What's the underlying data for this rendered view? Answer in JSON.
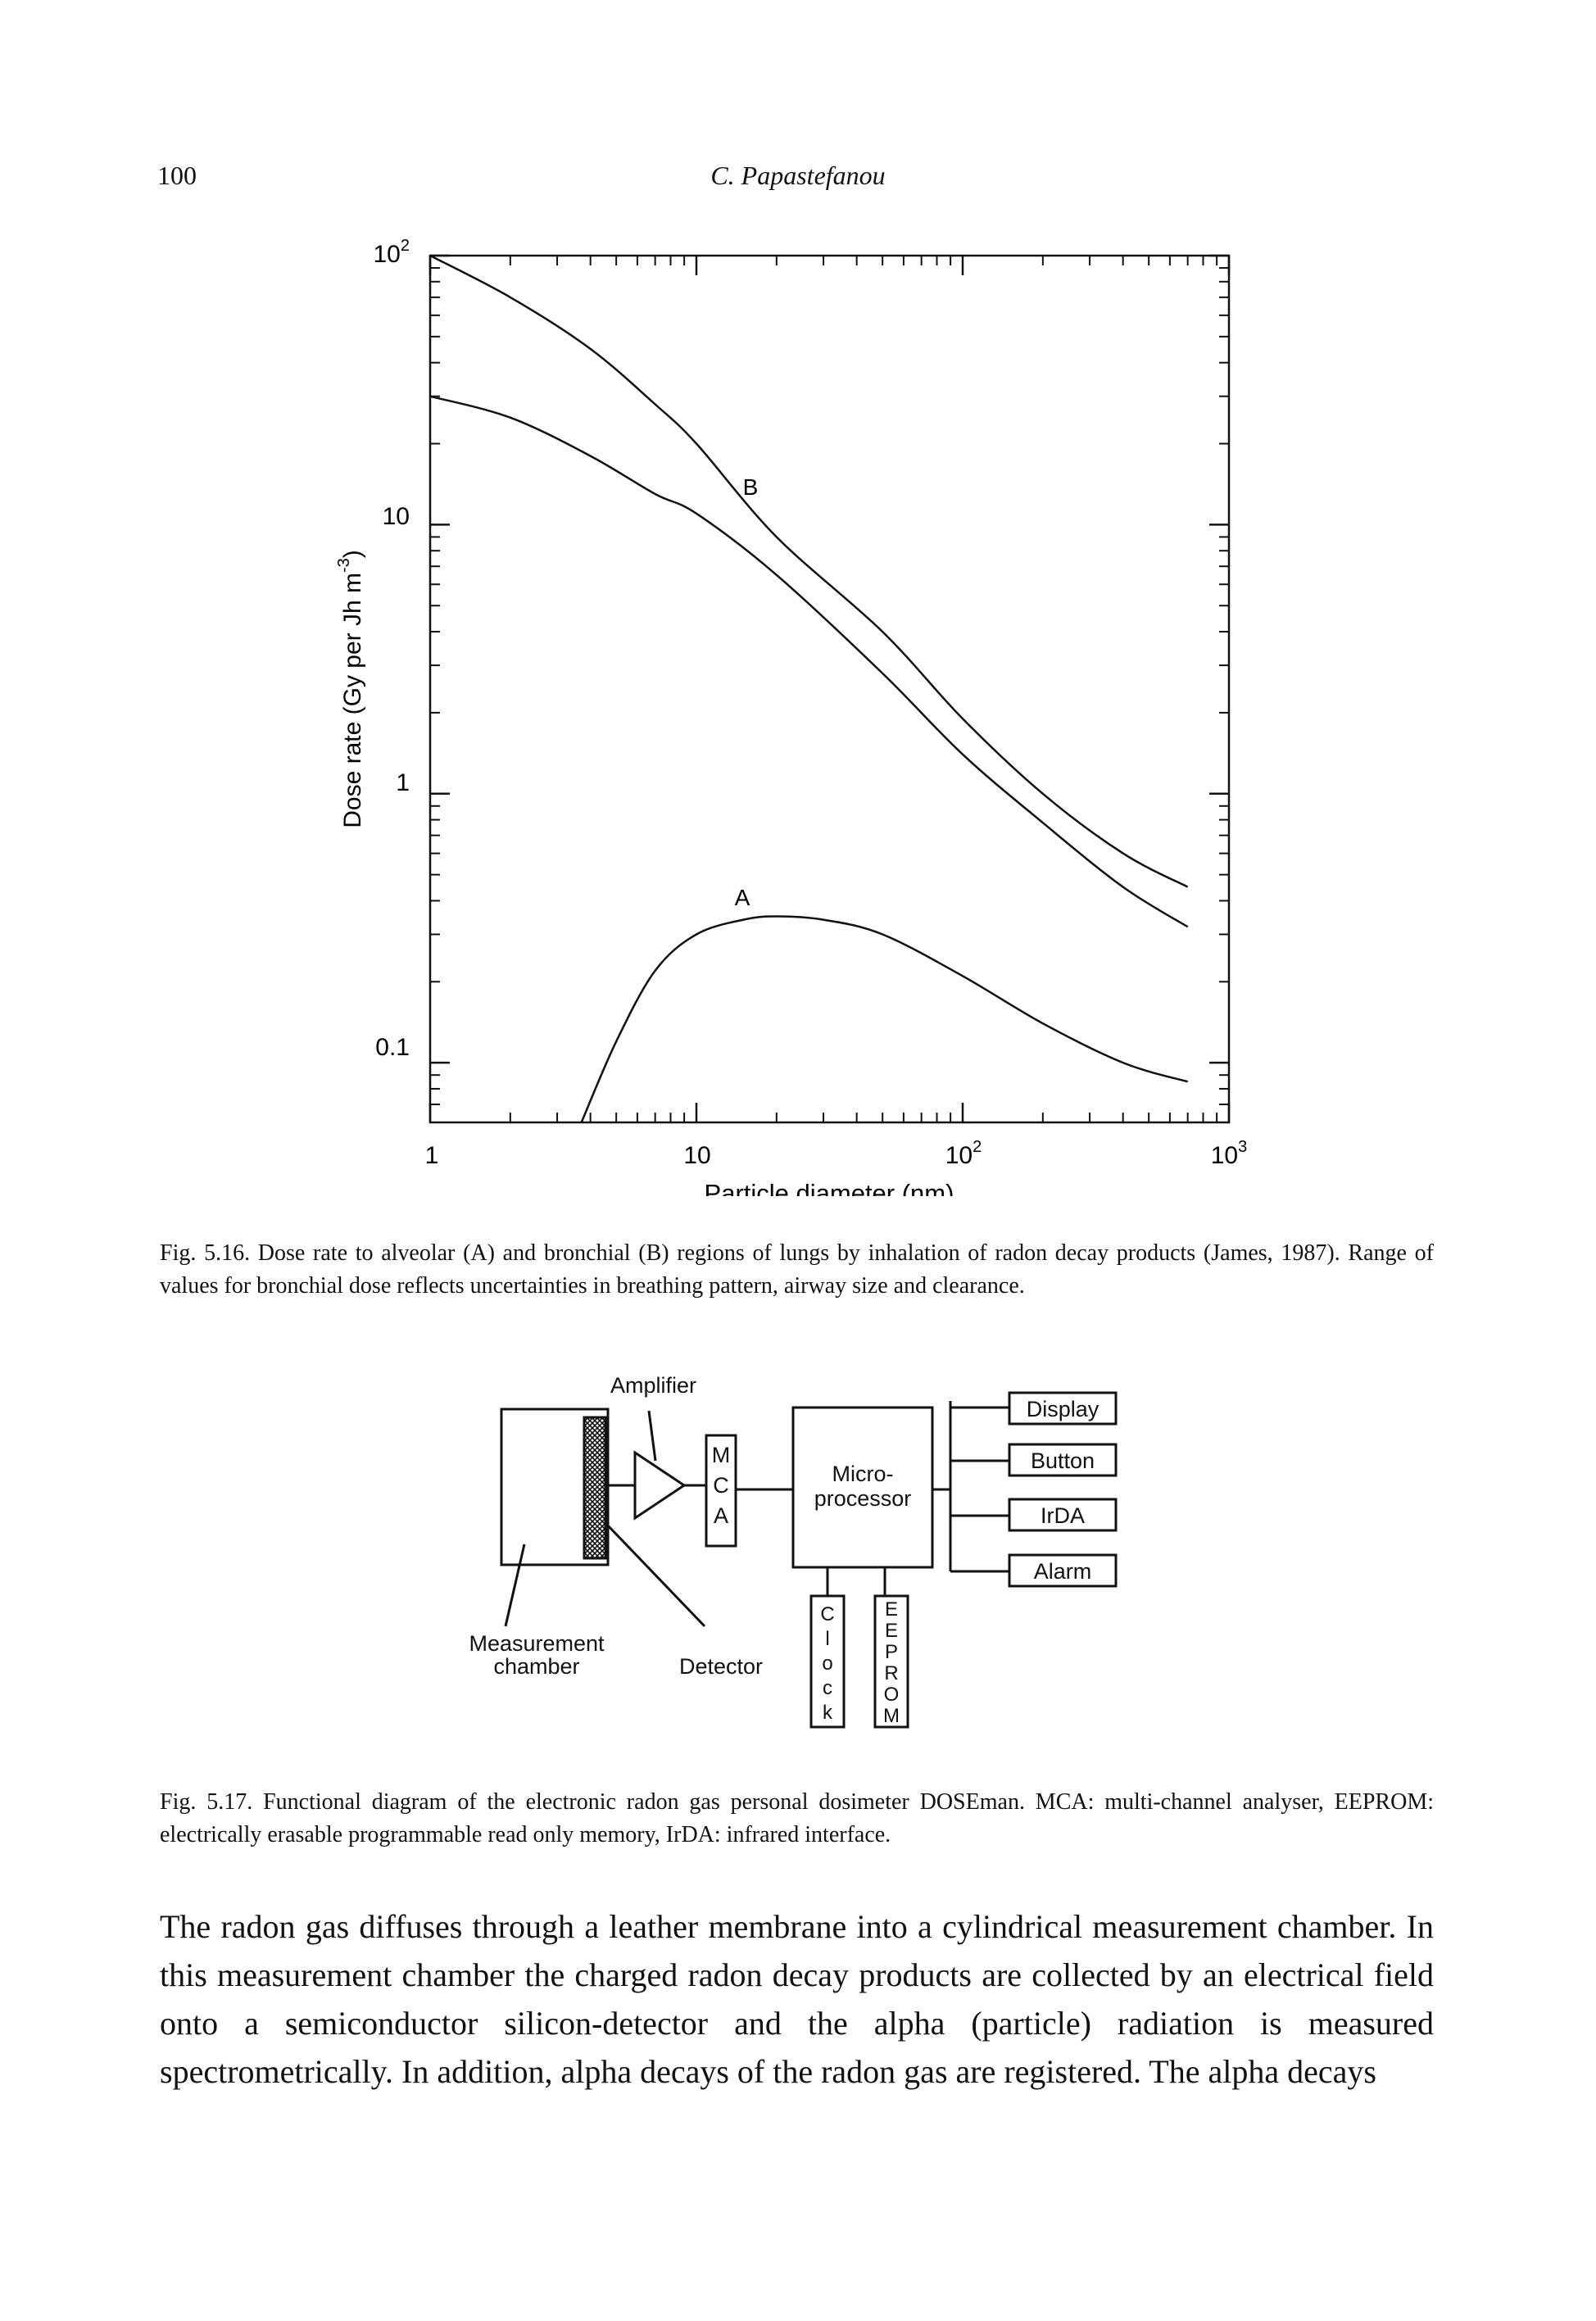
{
  "header": {
    "page_number": "100",
    "running_head": "C. Papastefanou"
  },
  "figure_5_16": {
    "y_axis_label": "Dose rate (Gy per Jh m",
    "y_axis_label_exp": "-3",
    "y_axis_label_close": ")",
    "x_axis_label": "Particle diameter (nm)",
    "y_ticks": [
      {
        "base": "10",
        "exp": "2"
      },
      {
        "base": "10",
        "exp": ""
      },
      {
        "base": "1",
        "exp": ""
      },
      {
        "base": "0.1",
        "exp": ""
      }
    ],
    "x_ticks": [
      {
        "base": "1",
        "exp": ""
      },
      {
        "base": "10",
        "exp": ""
      },
      {
        "base": "10",
        "exp": "2"
      },
      {
        "base": "10",
        "exp": "3"
      }
    ],
    "label_A": "A",
    "label_B": "B",
    "caption": "Fig. 5.16. Dose rate to alveolar (A) and bronchial (B) regions of lungs by inhalation of radon decay products (James, 1987). Range of values for bronchial dose reflects uncertainties in breathing pattern, airway size and clearance."
  },
  "chart_data": {
    "type": "line",
    "xlabel": "Particle diameter (nm)",
    "ylabel": "Dose rate (Gy per Jh m-3)",
    "xscale": "log",
    "yscale": "log",
    "xlim": [
      1,
      1000
    ],
    "ylim": [
      0.06,
      100
    ],
    "x_ticks": [
      1,
      10,
      100,
      1000
    ],
    "y_ticks": [
      0.1,
      1,
      10,
      100
    ],
    "series": [
      {
        "name": "B",
        "x": [
          1,
          2,
          4,
          7,
          10,
          20,
          50,
          100,
          200,
          400,
          700
        ],
        "y": [
          100,
          70,
          45,
          28,
          20,
          9,
          4,
          1.9,
          1,
          0.6,
          0.45
        ]
      },
      {
        "name": "B",
        "x": [
          1,
          2,
          4,
          7,
          10,
          20,
          50,
          100,
          200,
          400,
          700
        ],
        "y": [
          30,
          25,
          18,
          13,
          11,
          6.5,
          2.8,
          1.4,
          0.78,
          0.45,
          0.32
        ]
      },
      {
        "name": "A",
        "x": [
          3.7,
          5,
          7,
          10,
          15,
          20,
          30,
          50,
          100,
          200,
          400,
          700
        ],
        "y": [
          0.06,
          0.12,
          0.22,
          0.3,
          0.34,
          0.35,
          0.34,
          0.3,
          0.21,
          0.14,
          0.1,
          0.085
        ]
      }
    ]
  },
  "figure_5_17": {
    "amplifier": "Amplifier",
    "mca_letters": [
      "M",
      "C",
      "A"
    ],
    "microprocessor_line1": "Micro-",
    "microprocessor_line2": "processor",
    "display": "Display",
    "button": "Button",
    "irda": "IrDA",
    "alarm": "Alarm",
    "measurement_chamber_line1": "Measurement",
    "measurement_chamber_line2": "chamber",
    "detector": "Detector",
    "clock_letters": [
      "C",
      "l",
      "o",
      "c",
      "k"
    ],
    "eeprom_letters": [
      "E",
      "E",
      "P",
      "R",
      "O",
      "M"
    ],
    "caption": "Fig. 5.17. Functional diagram of the electronic radon gas personal dosimeter DOSEman. MCA: multi-channel analyser, EEPROM: electrically erasable programmable read only memory, IrDA: infrared interface."
  },
  "body_text": "The radon gas diffuses through a leather membrane into a cylindrical measurement chamber. In this measurement chamber the charged radon decay products are collected by an electrical field onto a semiconductor silicon-detector and the alpha (particle) radiation is measured spectrometrically. In addition, alpha decays of the radon gas are registered. The alpha decays"
}
